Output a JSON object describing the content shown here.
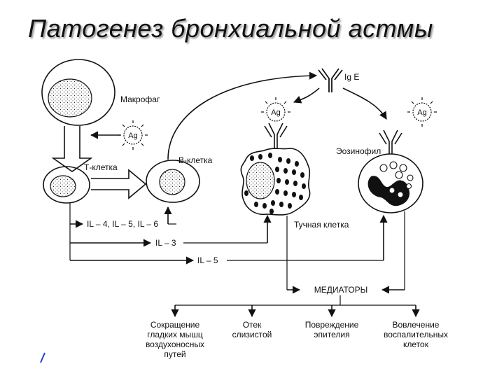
{
  "title": "Патогенез бронхиальной астмы",
  "labels": {
    "macrophage": "Макрофаг",
    "t_cell": "Т-клетка",
    "b_cell": "В-клетка",
    "mast_cell": "Тучная клетка",
    "eosinophil": "Эозинофил",
    "ige": "Ig E",
    "antigen": "Ag",
    "il_456": "IL – 4, IL – 5, IL – 6",
    "il_3": "IL – 3",
    "il_5": "IL – 5",
    "mediators": "МЕДИАТОРЫ"
  },
  "outcomes": [
    [
      "Сокращение",
      "гладких мышц",
      "воздухоносных",
      "путей"
    ],
    [
      "Отек",
      "слизистой"
    ],
    [
      "Повреждение",
      "эпителия"
    ],
    [
      "Вовлечение",
      "воспалительных",
      "клеток"
    ]
  ]
}
